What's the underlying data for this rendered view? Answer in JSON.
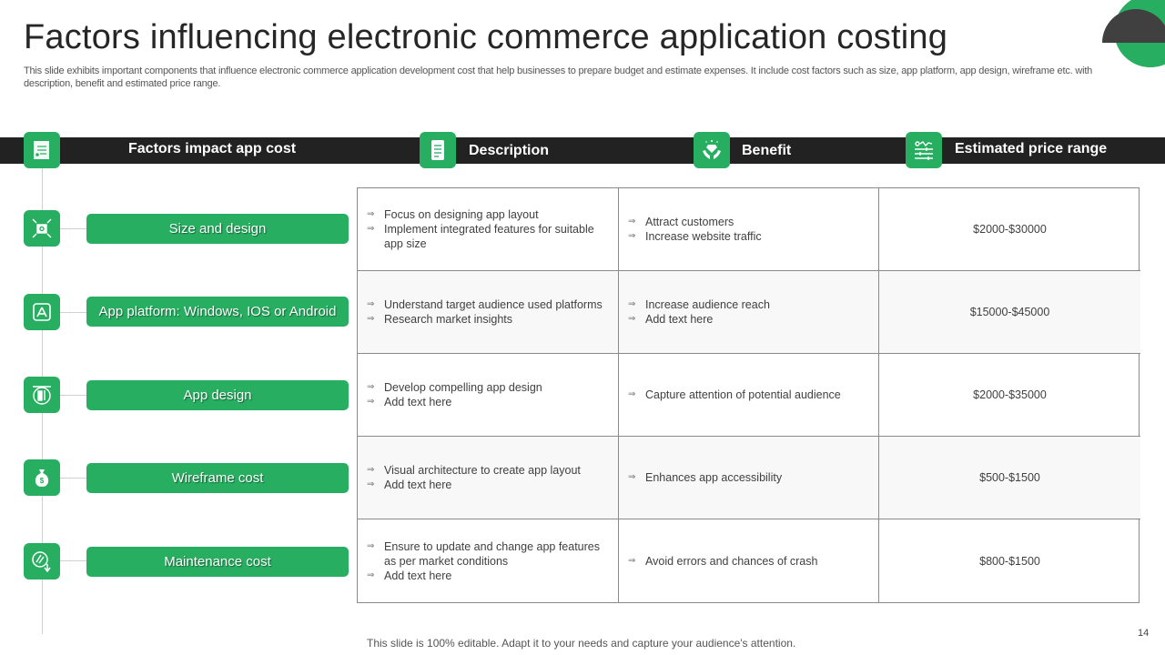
{
  "slide": {
    "title": "Factors influencing electronic commerce application costing",
    "subtitle": "This slide exhibits important components that influence electronic commerce application development cost that help businesses to prepare budget and estimate expenses. It include cost factors such as size, app platform, app design, wireframe etc. with description, benefit and estimated price range.",
    "footer": "This slide is 100% editable. Adapt it to your needs and capture your audience's attention.",
    "page_number": "14"
  },
  "colors": {
    "accent_green": "#27ae60",
    "header_bar": "#222222",
    "decor_dark": "#404040"
  },
  "header": {
    "columns": [
      {
        "label": "Factors impact app cost",
        "icon": "checklist-icon"
      },
      {
        "label": "Description",
        "icon": "document-icon"
      },
      {
        "label": "Benefit",
        "icon": "diamond-hands-icon"
      },
      {
        "label": "Estimated price range",
        "icon": "sliders-icon"
      }
    ]
  },
  "rows": [
    {
      "factor": "Size and design",
      "icon": "resize-icon",
      "description": [
        "Focus on designing app layout",
        "Implement integrated features for suitable app size"
      ],
      "benefit": [
        "Attract customers",
        "Increase website traffic"
      ],
      "price": "$2000-$30000"
    },
    {
      "factor": "App platform: Windows, IOS or Android",
      "icon": "app-store-icon",
      "description": [
        "Understand target audience used platforms",
        "Research market insights"
      ],
      "benefit": [
        "Increase audience reach",
        "Add text here"
      ],
      "price": "$15000-$45000"
    },
    {
      "factor": "App design",
      "icon": "design-tools-icon",
      "description": [
        "Develop compelling app design",
        "Add text here"
      ],
      "benefit": [
        "Capture attention of potential audience"
      ],
      "price": "$2000-$35000"
    },
    {
      "factor": "Wireframe cost",
      "icon": "money-bag-icon",
      "description": [
        "Visual architecture to create app layout",
        "Add text here"
      ],
      "benefit": [
        "Enhances app accessibility"
      ],
      "price": "$500-$1500"
    },
    {
      "factor": "Maintenance cost",
      "icon": "maintenance-icon",
      "description": [
        "Ensure to update and change app features as per market conditions",
        "Add text here"
      ],
      "benefit": [
        "Avoid errors and chances of crash"
      ],
      "price": "$800-$1500"
    }
  ]
}
